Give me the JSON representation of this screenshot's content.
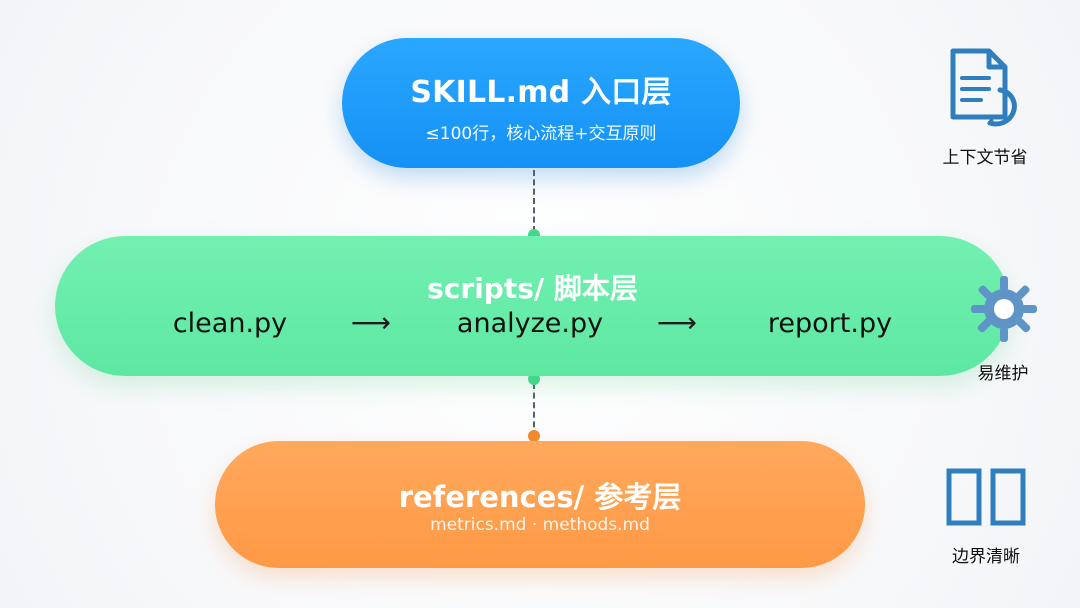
{
  "diagram": {
    "layers": {
      "entry": {
        "title": "SKILL.md 入口层",
        "subtitle": "≤100行，核心流程+交互原则"
      },
      "scripts": {
        "title": "scripts/ 脚本层",
        "flow": [
          "clean.py",
          "analyze.py",
          "report.py"
        ],
        "arrow_glyph": "⟶"
      },
      "references": {
        "title": "references/ 参考层",
        "subtitle": "metrics.md · methods.md"
      }
    },
    "features": [
      {
        "label": "上下文节省",
        "icon": "document-refresh-icon"
      },
      {
        "label": "易维护",
        "icon": "gear-icon"
      },
      {
        "label": "边界清晰",
        "icon": "split-panels-icon"
      }
    ],
    "colors": {
      "entry": "#1591f5",
      "scripts": "#5de8a2",
      "references": "#ff9945",
      "icon_blue": "#2f7fbe",
      "icon_gear": "#5f94c7"
    }
  }
}
